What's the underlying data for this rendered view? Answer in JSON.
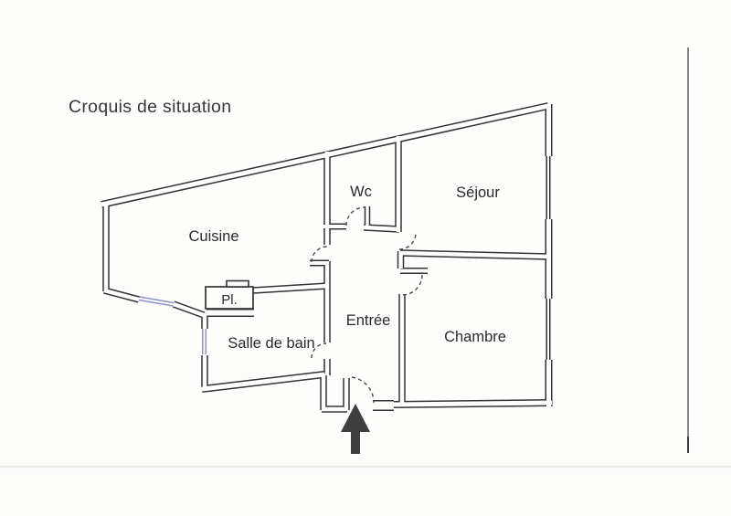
{
  "document": {
    "title": "Croquis de situation"
  },
  "floorplan": {
    "rooms": [
      {
        "label": "Cuisine"
      },
      {
        "label": "Wc"
      },
      {
        "label": "Séjour"
      },
      {
        "label": "Entrée"
      },
      {
        "label": "Chambre"
      },
      {
        "label": "Salle de bain"
      },
      {
        "label": "Pl."
      }
    ],
    "entrance_arrow": "▲",
    "colors": {
      "wall": "#333333",
      "window_accent": "#8d92c8",
      "arrow": "#3f3f3f",
      "paper": "#fdfdfc",
      "scan_line": "#6e6e6e"
    }
  }
}
